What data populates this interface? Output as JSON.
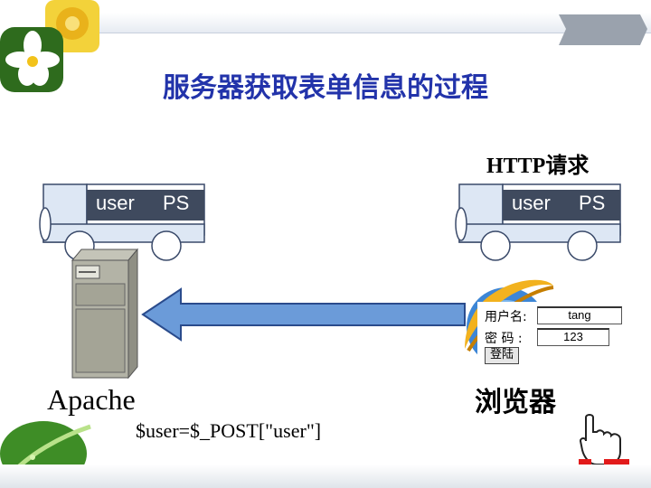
{
  "title": "服务器获取表单信息的过程",
  "request_label": "HTTP请求",
  "left_truck": {
    "field1": "user",
    "field2": "PS"
  },
  "right_truck": {
    "field1": "user",
    "field2": "PS"
  },
  "server_label": "Apache",
  "server_code": "$user=$_POST[\"user\"]",
  "browser_label": "浏览器",
  "login_form": {
    "username_label": "用户名:",
    "username_value": "tang",
    "password_label": "密 码 :",
    "password_value": "123",
    "submit_label": "登陆"
  },
  "colors": {
    "title": "#2233aa",
    "arrow": "#6b9bd9",
    "arrow_stroke": "#2a4b8c",
    "truck": "#d9e4f3"
  }
}
